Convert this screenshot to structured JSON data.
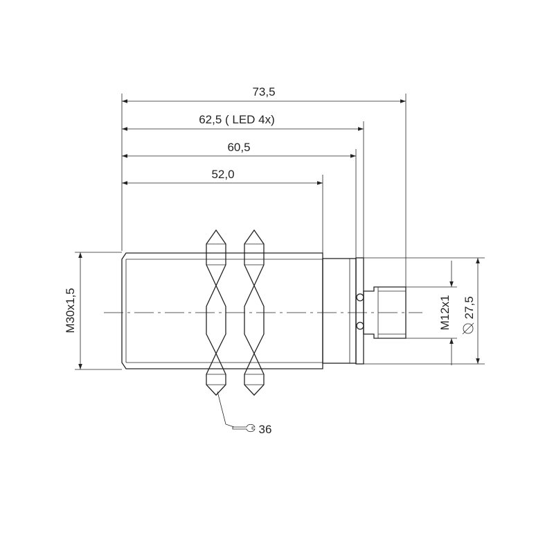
{
  "dimensions": {
    "overall_length": "73,5",
    "led_length": "62,5 ( LED 4x)",
    "length_60": "60,5",
    "thread_length": "52,0",
    "thread_spec": "M30x1,5",
    "connector_thread": "M12x1",
    "diameter": "27,5",
    "diameter_symbol": "⌀",
    "wrench_size": "36"
  },
  "icons": {
    "wrench": "wrench-icon",
    "diameter": "diameter-symbol-icon"
  },
  "colors": {
    "line": "#222222",
    "background": "#ffffff"
  }
}
